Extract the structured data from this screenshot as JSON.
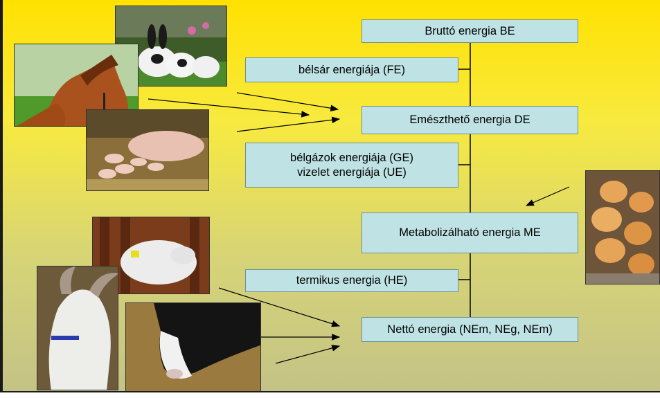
{
  "title": "energia-spec",
  "boxes": {
    "be": "Bruttó energia BE",
    "fe": "bélsár energiája (FE)",
    "de": "Emészthető energia DE",
    "ge_ue": [
      "bélgázok energiája (GE)",
      "vizelet energiája (UE)"
    ],
    "me": "Metabolizálható energia ME",
    "he": "termikus energia (HE)",
    "ne": "Nettó energia (NEm, NEg, NEm)"
  },
  "photos": {
    "rabbits": "rabbits-photo",
    "horse": "horse-photo",
    "pigs": "pigs-photo",
    "chicks": "chicks-photo",
    "sheep": "sheep-photo",
    "goat": "goat-photo",
    "cow": "cow-photo"
  },
  "colors": {
    "box_fill": "#bfe3e5",
    "box_border": "#6f8f95",
    "background_top": "#ffe100",
    "background_bottom": "#c3c287"
  }
}
